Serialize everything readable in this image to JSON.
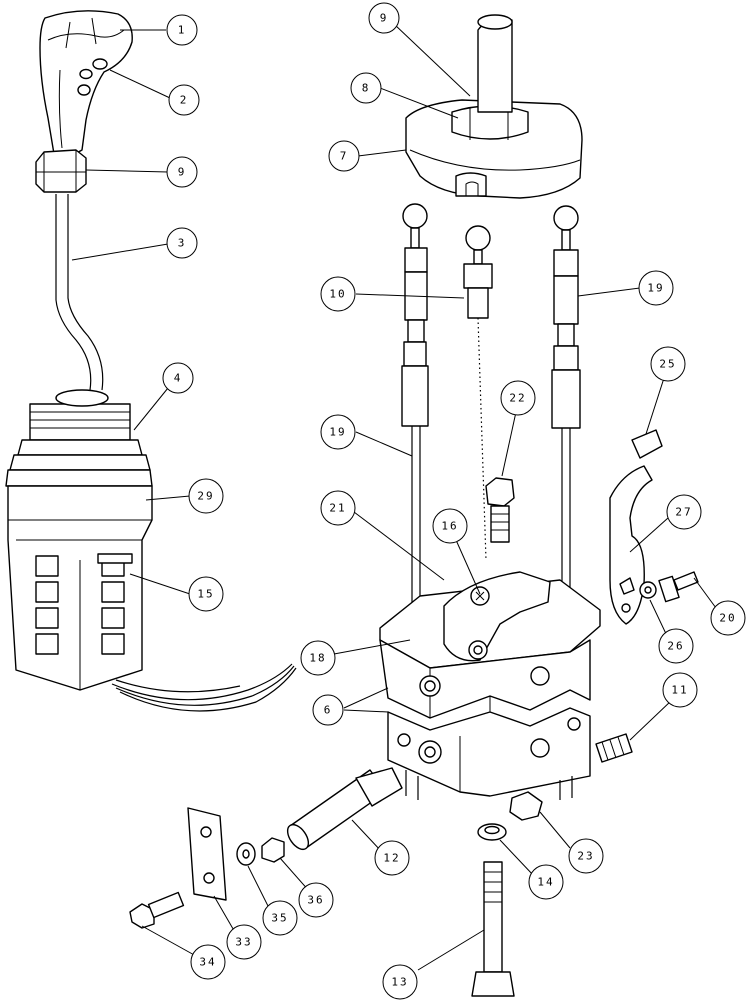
{
  "callouts": [
    {
      "id": "c1",
      "text": "1"
    },
    {
      "id": "c2",
      "text": "2"
    },
    {
      "id": "c9a",
      "text": "9"
    },
    {
      "id": "c3",
      "text": "3"
    },
    {
      "id": "c4",
      "text": "4"
    },
    {
      "id": "c29",
      "text": "29"
    },
    {
      "id": "c15",
      "text": "15"
    },
    {
      "id": "c9b",
      "text": "9"
    },
    {
      "id": "c8",
      "text": "8"
    },
    {
      "id": "c7",
      "text": "7"
    },
    {
      "id": "c10",
      "text": "10"
    },
    {
      "id": "c19a",
      "text": "19"
    },
    {
      "id": "c19b",
      "text": "19"
    },
    {
      "id": "c22",
      "text": "22"
    },
    {
      "id": "c25",
      "text": "25"
    },
    {
      "id": "c21",
      "text": "21"
    },
    {
      "id": "c16",
      "text": "16"
    },
    {
      "id": "c27",
      "text": "27"
    },
    {
      "id": "c20",
      "text": "20"
    },
    {
      "id": "c26",
      "text": "26"
    },
    {
      "id": "c18",
      "text": "18"
    },
    {
      "id": "c6",
      "text": "6"
    },
    {
      "id": "c11",
      "text": "11"
    },
    {
      "id": "c12",
      "text": "12"
    },
    {
      "id": "c23",
      "text": "23"
    },
    {
      "id": "c14",
      "text": "14"
    },
    {
      "id": "c36",
      "text": "36"
    },
    {
      "id": "c35",
      "text": "35"
    },
    {
      "id": "c33",
      "text": "33"
    },
    {
      "id": "c34",
      "text": "34"
    },
    {
      "id": "c13",
      "text": "13"
    }
  ]
}
